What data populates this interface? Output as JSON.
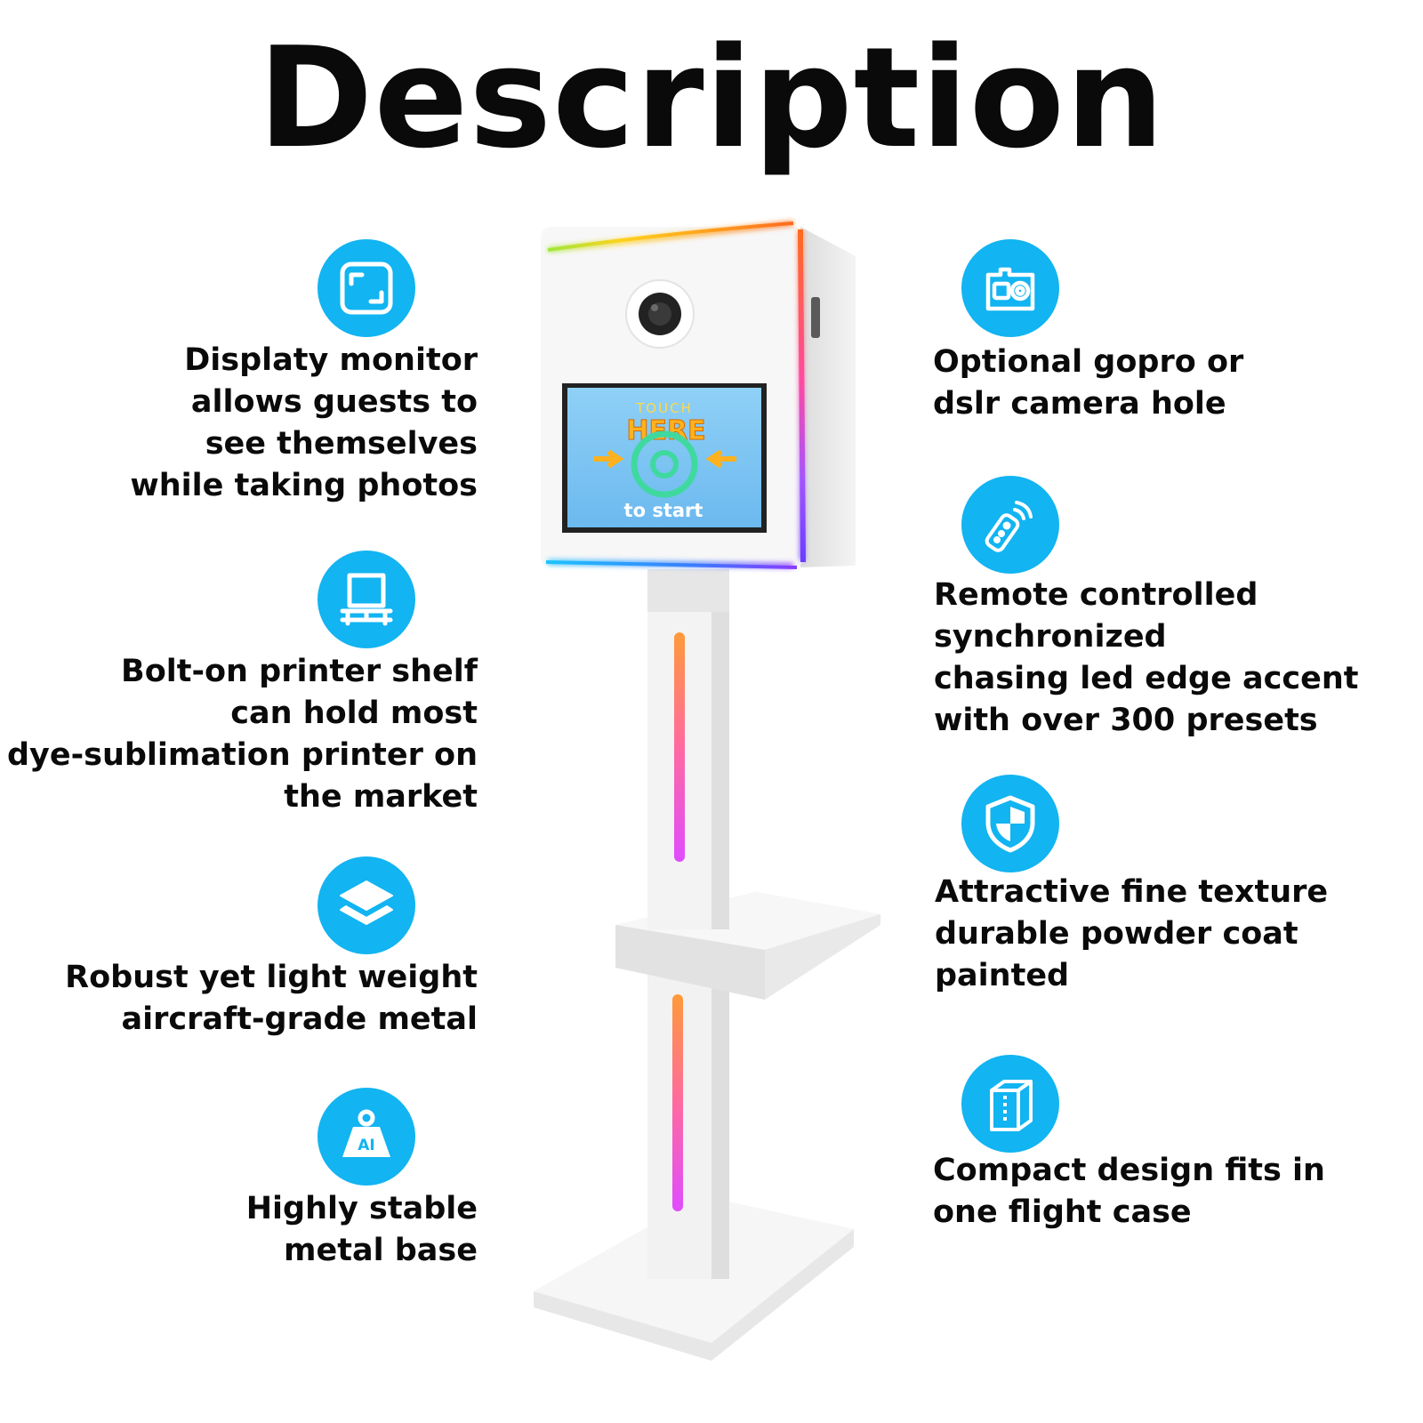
{
  "title": "Description",
  "colors": {
    "accent": "#12b4f1",
    "text": "#0a0a0a",
    "screen": "#7cc8f4"
  },
  "booth": {
    "screen_top": "TOUCH",
    "screen_main": "HERE",
    "screen_bottom": "to start"
  },
  "features_left": [
    {
      "icon": "expand-square-icon",
      "lines": [
        "Displaty monitor",
        "allows guests to",
        "see themselves",
        "while taking photos"
      ]
    },
    {
      "icon": "printer-shelf-icon",
      "lines": [
        "Bolt-on printer shelf",
        "can hold most",
        "dye-sublimation printer on",
        "the market"
      ]
    },
    {
      "icon": "layers-icon",
      "lines": [
        "Robust yet light weight",
        "aircraft-grade metal"
      ]
    },
    {
      "icon": "weight-ai-icon",
      "icon_label": "AI",
      "lines": [
        "Highly stable",
        "metal base"
      ]
    }
  ],
  "features_right": [
    {
      "icon": "action-camera-icon",
      "lines": [
        "Optional gopro or",
        "dslr camera hole"
      ]
    },
    {
      "icon": "remote-control-icon",
      "lines": [
        "Remote controlled",
        "synchronized",
        "chasing led edge accent",
        "with over 300 presets"
      ]
    },
    {
      "icon": "shield-icon",
      "lines": [
        "Attractive fine texture",
        "durable powder coat",
        "painted"
      ]
    },
    {
      "icon": "flight-case-icon",
      "lines": [
        "Compact design fits in",
        "one flight case"
      ]
    }
  ]
}
